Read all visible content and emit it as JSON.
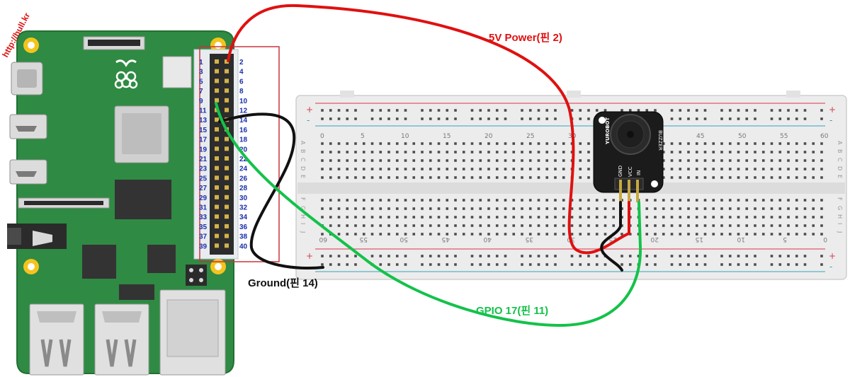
{
  "watermark": "http://hull.kr",
  "colors": {
    "board": "#2f8a43",
    "board_edge": "#237035",
    "breadboard": "#ececec",
    "power_wire": "#e01010",
    "ground_wire": "#111111",
    "signal_wire": "#13c24a",
    "pin_label": "#1a2fa8",
    "module": "#1b1b1b"
  },
  "gpio_header": {
    "odd_pins": [
      "1",
      "3",
      "5",
      "7",
      "9",
      "11",
      "13",
      "15",
      "17",
      "19",
      "21",
      "23",
      "25",
      "27",
      "29",
      "31",
      "33",
      "35",
      "37",
      "39"
    ],
    "even_pins": [
      "2",
      "4",
      "6",
      "8",
      "10",
      "12",
      "14",
      "16",
      "18",
      "20",
      "22",
      "24",
      "26",
      "28",
      "30",
      "32",
      "34",
      "36",
      "38",
      "40"
    ]
  },
  "breadboard": {
    "top_numbers": [
      "0",
      "5",
      "10",
      "15",
      "20",
      "25",
      "30",
      "35",
      "40",
      "45",
      "50",
      "55",
      "60"
    ],
    "bottom_numbers": [
      "60",
      "55",
      "50",
      "45",
      "40",
      "35",
      "30",
      "25",
      "20",
      "15",
      "10",
      "5",
      "0"
    ],
    "top_letters": [
      "A",
      "B",
      "C",
      "D",
      "E"
    ],
    "bottom_letters": [
      "F",
      "G",
      "H",
      "I",
      "J"
    ],
    "rail_plus": "+",
    "rail_minus": "-"
  },
  "module": {
    "brand": "YUROBOT",
    "name": "BUZZER",
    "pins": [
      "GND",
      "VCC",
      "IN"
    ]
  },
  "wires": {
    "power": {
      "label": "5V Power(핀 2)"
    },
    "ground": {
      "label": "Ground(핀 14)"
    },
    "signal": {
      "label": "GPIO 17(핀 11)"
    }
  }
}
